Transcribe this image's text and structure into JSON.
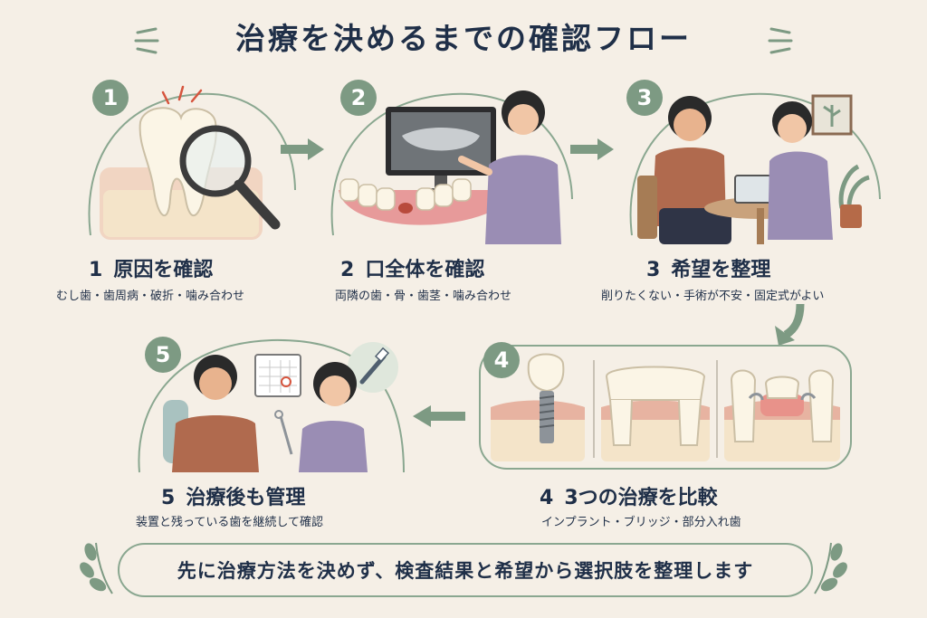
{
  "title": "治療を決めるまでの確認フロー",
  "steps": [
    {
      "num": "1",
      "title": "原因を確認",
      "sub": "むし歯・歯周病・破折・噛み合わせ"
    },
    {
      "num": "2",
      "title": "口全体を確認",
      "sub": "両隣の歯・骨・歯茎・噛み合わせ"
    },
    {
      "num": "3",
      "title": "希望を整理",
      "sub": "削りたくない・手術が不安・固定式がよい"
    },
    {
      "num": "4",
      "title": "3つの治療を比較",
      "sub": "インプラント・ブリッジ・部分入れ歯"
    },
    {
      "num": "5",
      "title": "治療後も管理",
      "sub": "装置と残っている歯を継続して確認"
    }
  ],
  "footer": "先に治療方法を決めず、検査結果と希望から選択肢を整理します",
  "colors": {
    "accent": "#7d9a83",
    "text": "#1f2f48",
    "background": "#f5efe6"
  }
}
